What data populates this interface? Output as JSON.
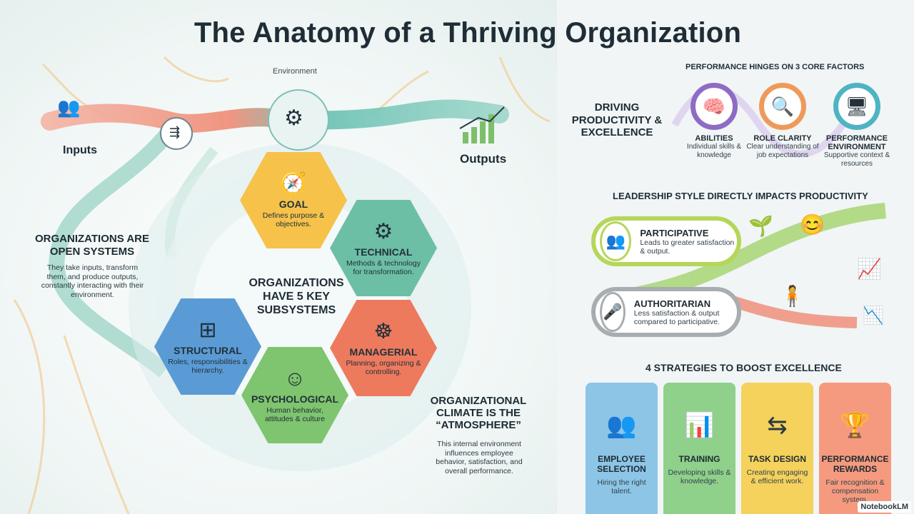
{
  "title": "The Anatomy of a Thriving Organization",
  "open_system": {
    "environment_label": "Environment",
    "inputs_label": "Inputs",
    "outputs_label": "Outputs",
    "heading": "ORGANIZATIONS ARE OPEN SYSTEMS",
    "description": "They take inputs, transform them, and produce outputs, constantly interacting with their environment."
  },
  "subsystems": {
    "center_title": "ORGANIZATIONS HAVE 5 KEY SUBSYSTEMS",
    "items": [
      {
        "name": "GOAL",
        "desc": "Defines purpose & objectives.",
        "color": "#f6c24a",
        "icon": "compass-icon"
      },
      {
        "name": "TECHNICAL",
        "desc": "Methods & technology for transformation.",
        "color": "#6cbfa5",
        "icon": "gears-icon"
      },
      {
        "name": "MANAGERIAL",
        "desc": "Planning, organizing & controlling.",
        "color": "#ee7a5e",
        "icon": "wheel-icon"
      },
      {
        "name": "PSYCHOLOGICAL",
        "desc": "Human behavior, attitudes & culture",
        "color": "#7fc46e",
        "icon": "heads-icon"
      },
      {
        "name": "STRUCTURAL",
        "desc": "Roles, responsibilities & hierarchy.",
        "color": "#5b9bd5",
        "icon": "org-chart-icon"
      }
    ]
  },
  "climate": {
    "heading": "ORGANIZATIONAL CLIMATE IS THE “ATMOSPHERE”",
    "description": "This internal environment influences employee behavior, satisfaction, and overall performance."
  },
  "performance": {
    "heading": "PERFORMANCE HINGES ON 3 CORE FACTORS",
    "side_title": "DRIVING PRODUCTIVITY & EXCELLENCE",
    "factors": [
      {
        "name": "ABILITIES",
        "desc": "Individual skills & knowledge",
        "color": "#8e6cc4",
        "icon": "brain-icon"
      },
      {
        "name": "ROLE CLARITY",
        "desc": "Clear understanding of job expectations",
        "color": "#ef9a5a",
        "icon": "magnifier-icon"
      },
      {
        "name": "PERFORMANCE ENVIRONMENT",
        "desc": "Supportive context & resources",
        "color": "#4fb3c4",
        "icon": "desk-icon"
      }
    ]
  },
  "leadership": {
    "heading": "LEADERSHIP STYLE DIRECTLY IMPACTS PRODUCTIVITY",
    "styles": [
      {
        "name": "PARTICIPATIVE",
        "desc": "Leads to greater satisfaction & output.",
        "color": "#b5d65a"
      },
      {
        "name": "AUTHORITARIAN",
        "desc": "Less satisfaction & output compared to participative.",
        "color": "#a7adb1"
      }
    ]
  },
  "strategies": {
    "heading": "4 STRATEGIES TO BOOST EXCELLENCE",
    "items": [
      {
        "name": "EMPLOYEE SELECTION",
        "desc": "Hiring the right talent.",
        "color": "#8cc5e6",
        "icon": "people-icon"
      },
      {
        "name": "TRAINING",
        "desc": "Developing skills & knowledge.",
        "color": "#8fd08a",
        "icon": "presentation-icon"
      },
      {
        "name": "TASK DESIGN",
        "desc": "Creating engaging & efficient work.",
        "color": "#f5d25c",
        "icon": "flowchart-icon"
      },
      {
        "name": "PERFORMANCE REWARDS",
        "desc": "Fair recognition & compensation system.",
        "color": "#f59a7e",
        "icon": "trophy-icon"
      }
    ]
  },
  "badge": "NotebookLM"
}
